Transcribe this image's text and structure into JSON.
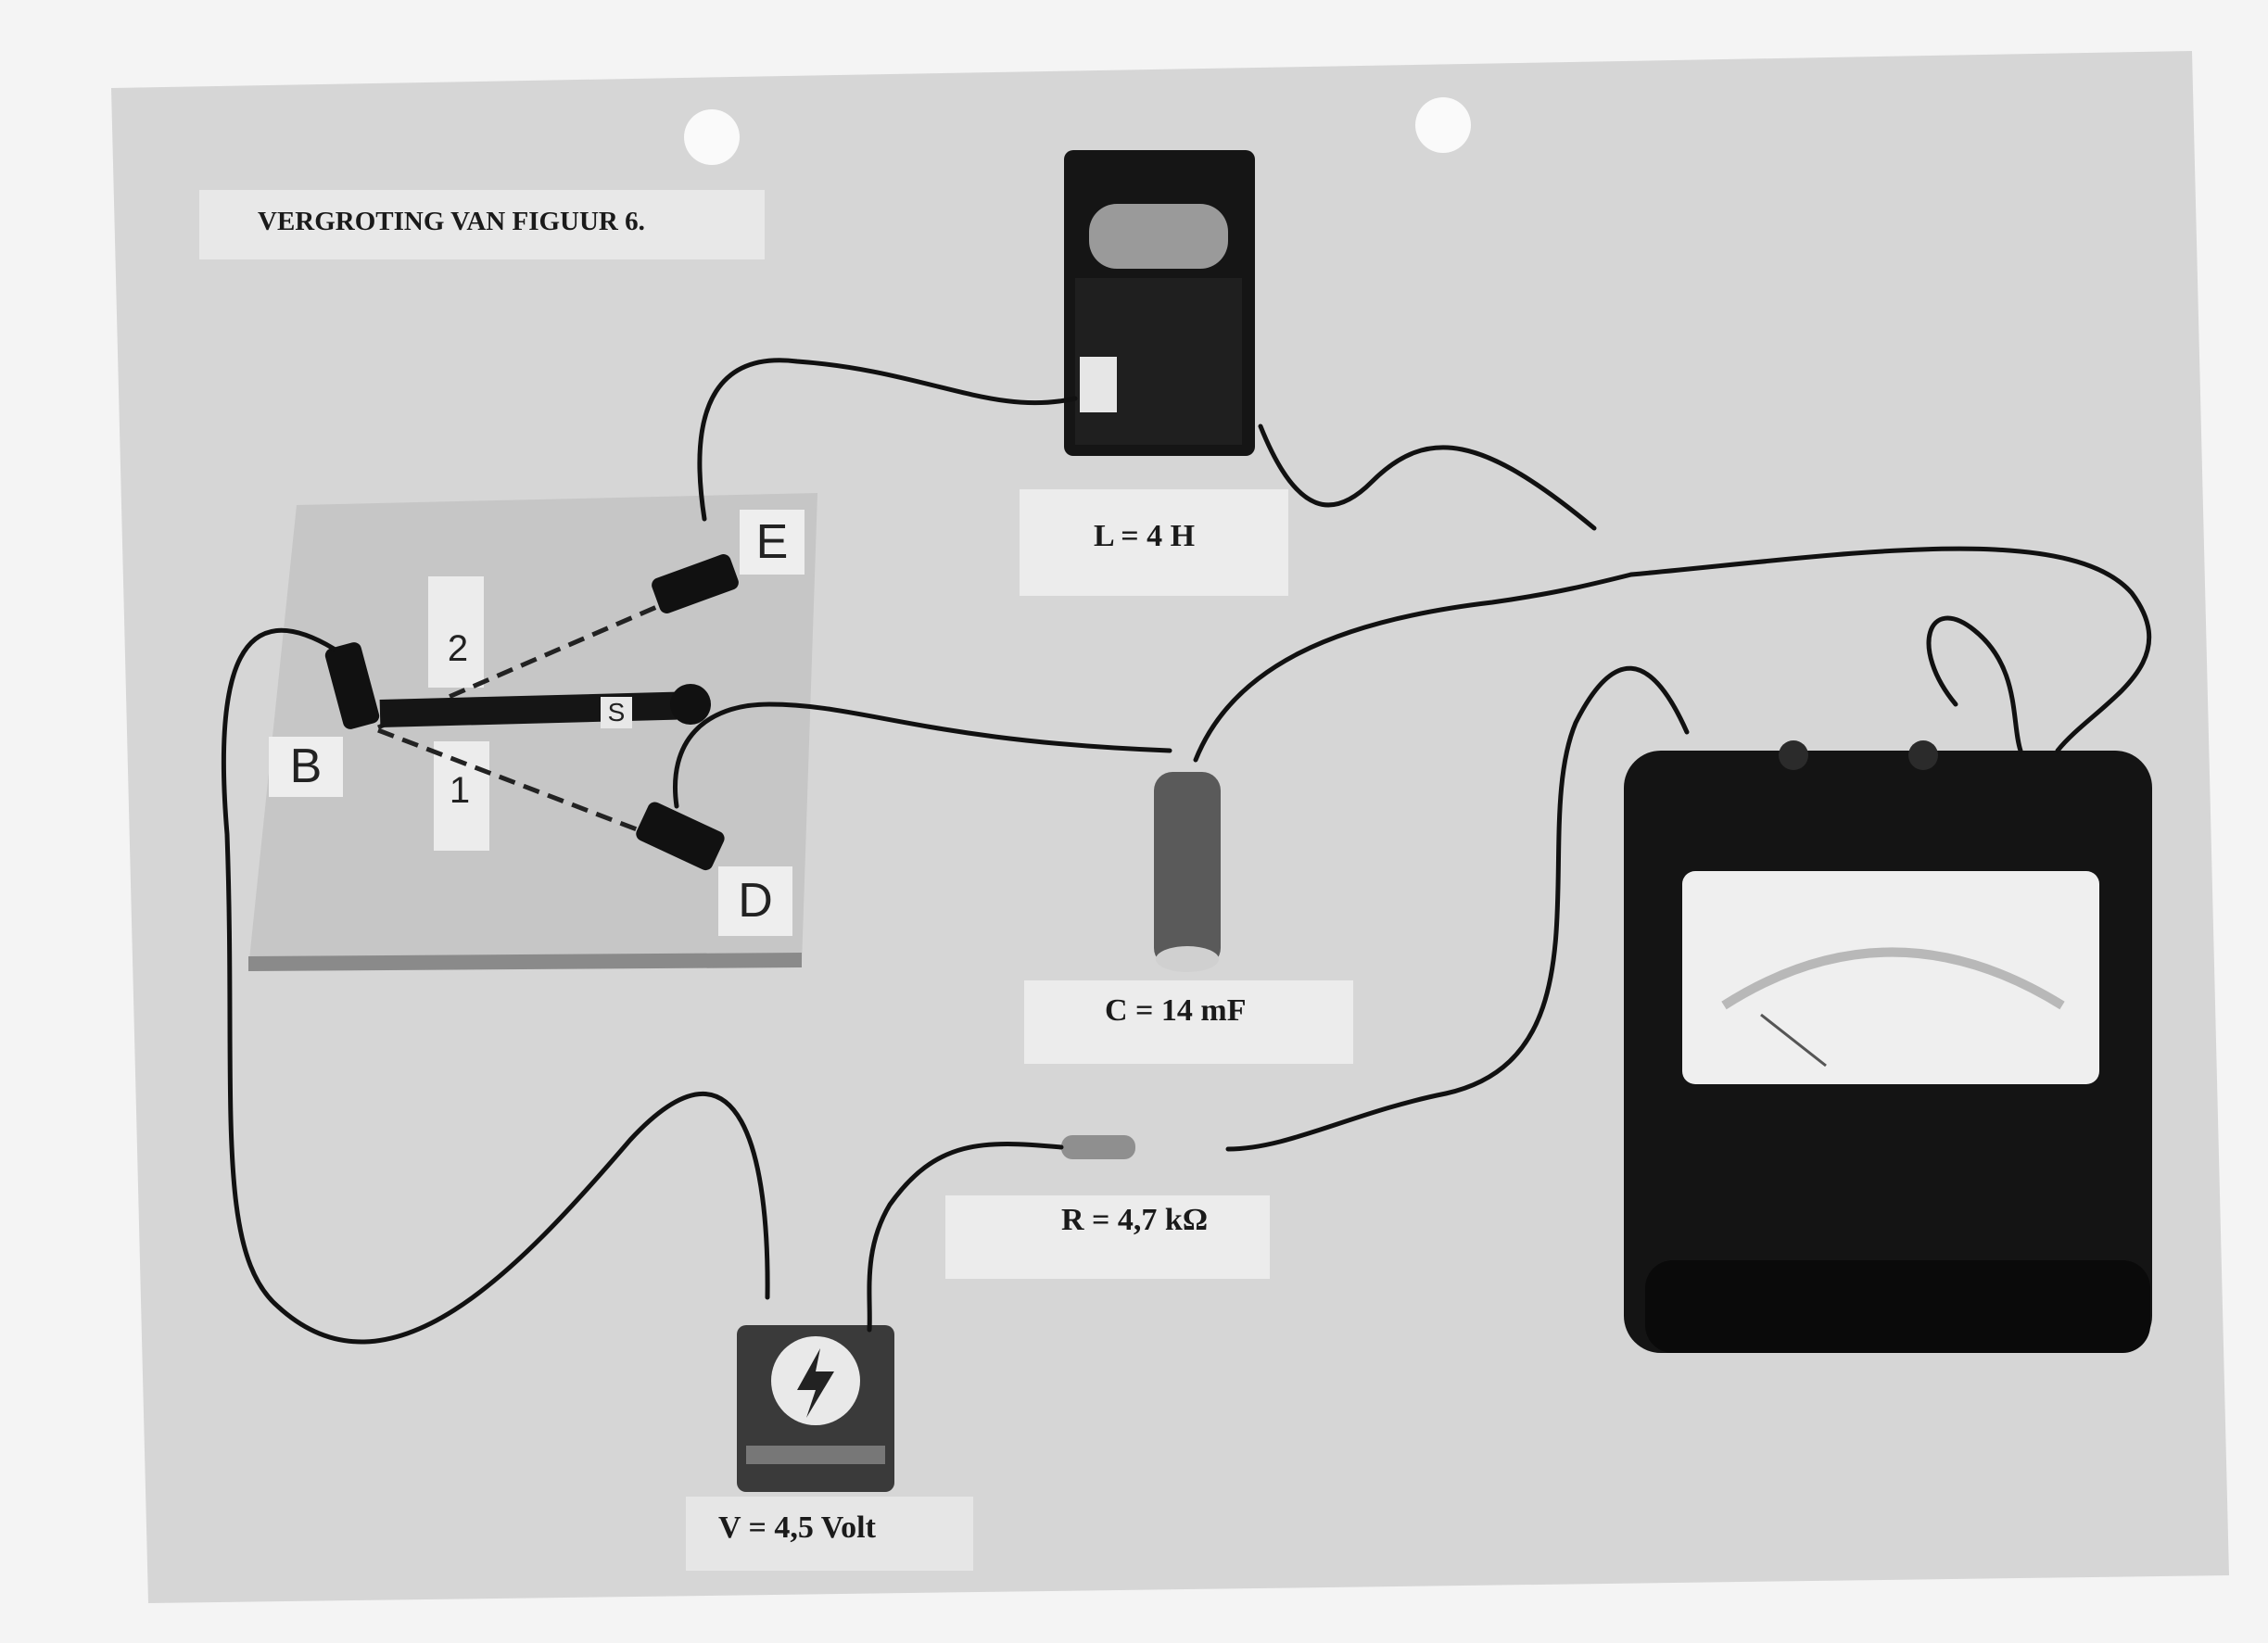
{
  "caption": "VERGROTING VAN FIGUUR 6.",
  "components": {
    "inductor_label": "L = 4 H",
    "capacitor_label": "C = 14 mF",
    "resistor_label": "R = 4,7 kΩ",
    "battery_label": "V = 4,5 Volt"
  },
  "switch_board": {
    "point_b": "B",
    "point_e": "E",
    "point_d": "D",
    "position_1": "1",
    "position_2": "2",
    "switch": "S"
  },
  "colors": {
    "paper": "#d7d7d7",
    "background": "#f4f4f4",
    "wire": "#111111",
    "board": "#c9c9c9"
  }
}
